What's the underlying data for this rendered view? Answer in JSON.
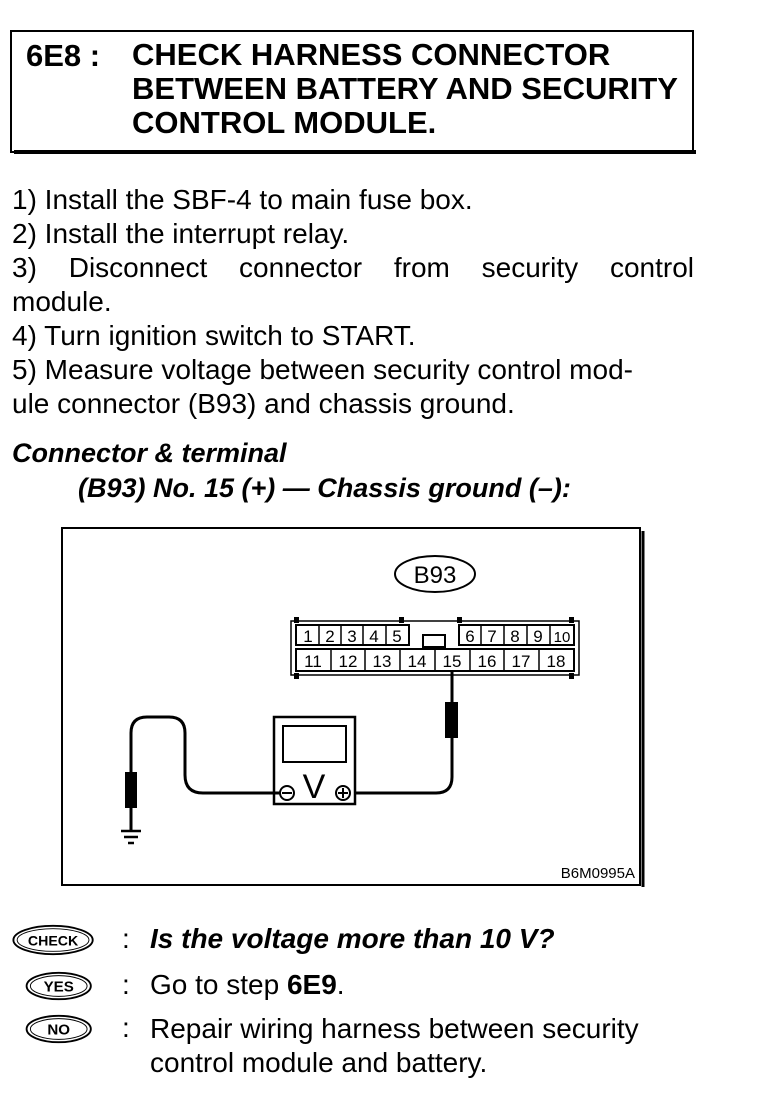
{
  "header": {
    "step_id": "6E8 :",
    "title_lines": [
      "CHECK HARNESS CONNECTOR",
      "BETWEEN BATTERY AND SECURITY",
      "CONTROL MODULE."
    ]
  },
  "steps": [
    "1)  Install the SBF-4 to main fuse box.",
    "2)  Install the interrupt relay.",
    "3)  Disconnect  connector  from  security  control",
    "module.",
    "4)  Turn ignition switch to START.",
    "5)  Measure voltage between security control mod-",
    "ule connector (B93) and chassis ground."
  ],
  "connector_section": {
    "heading": "Connector & terminal",
    "spec": "(B93) No. 15 (+) — Chassis ground (–):"
  },
  "diagram": {
    "connector_label": "B93",
    "top_pins_left": [
      "1",
      "2",
      "3",
      "4",
      "5"
    ],
    "top_pins_right": [
      "6",
      "7",
      "8",
      "9",
      "10"
    ],
    "bottom_pins": [
      "11",
      "12",
      "13",
      "14",
      "15",
      "16",
      "17",
      "18"
    ],
    "meter_symbol": "V",
    "minus_symbol": "−",
    "plus_symbol": "+",
    "figure_id": "B6M0995A"
  },
  "results": {
    "check": {
      "badge": "CHECK",
      "text": "Is the voltage more than 10 V?"
    },
    "yes": {
      "badge": "YES",
      "text_prefix": "Go to step ",
      "step_ref": "6E9",
      "text_suffix": "."
    },
    "no": {
      "badge": "NO",
      "lines": [
        "Repair wiring harness between security",
        "control module and battery."
      ]
    }
  }
}
